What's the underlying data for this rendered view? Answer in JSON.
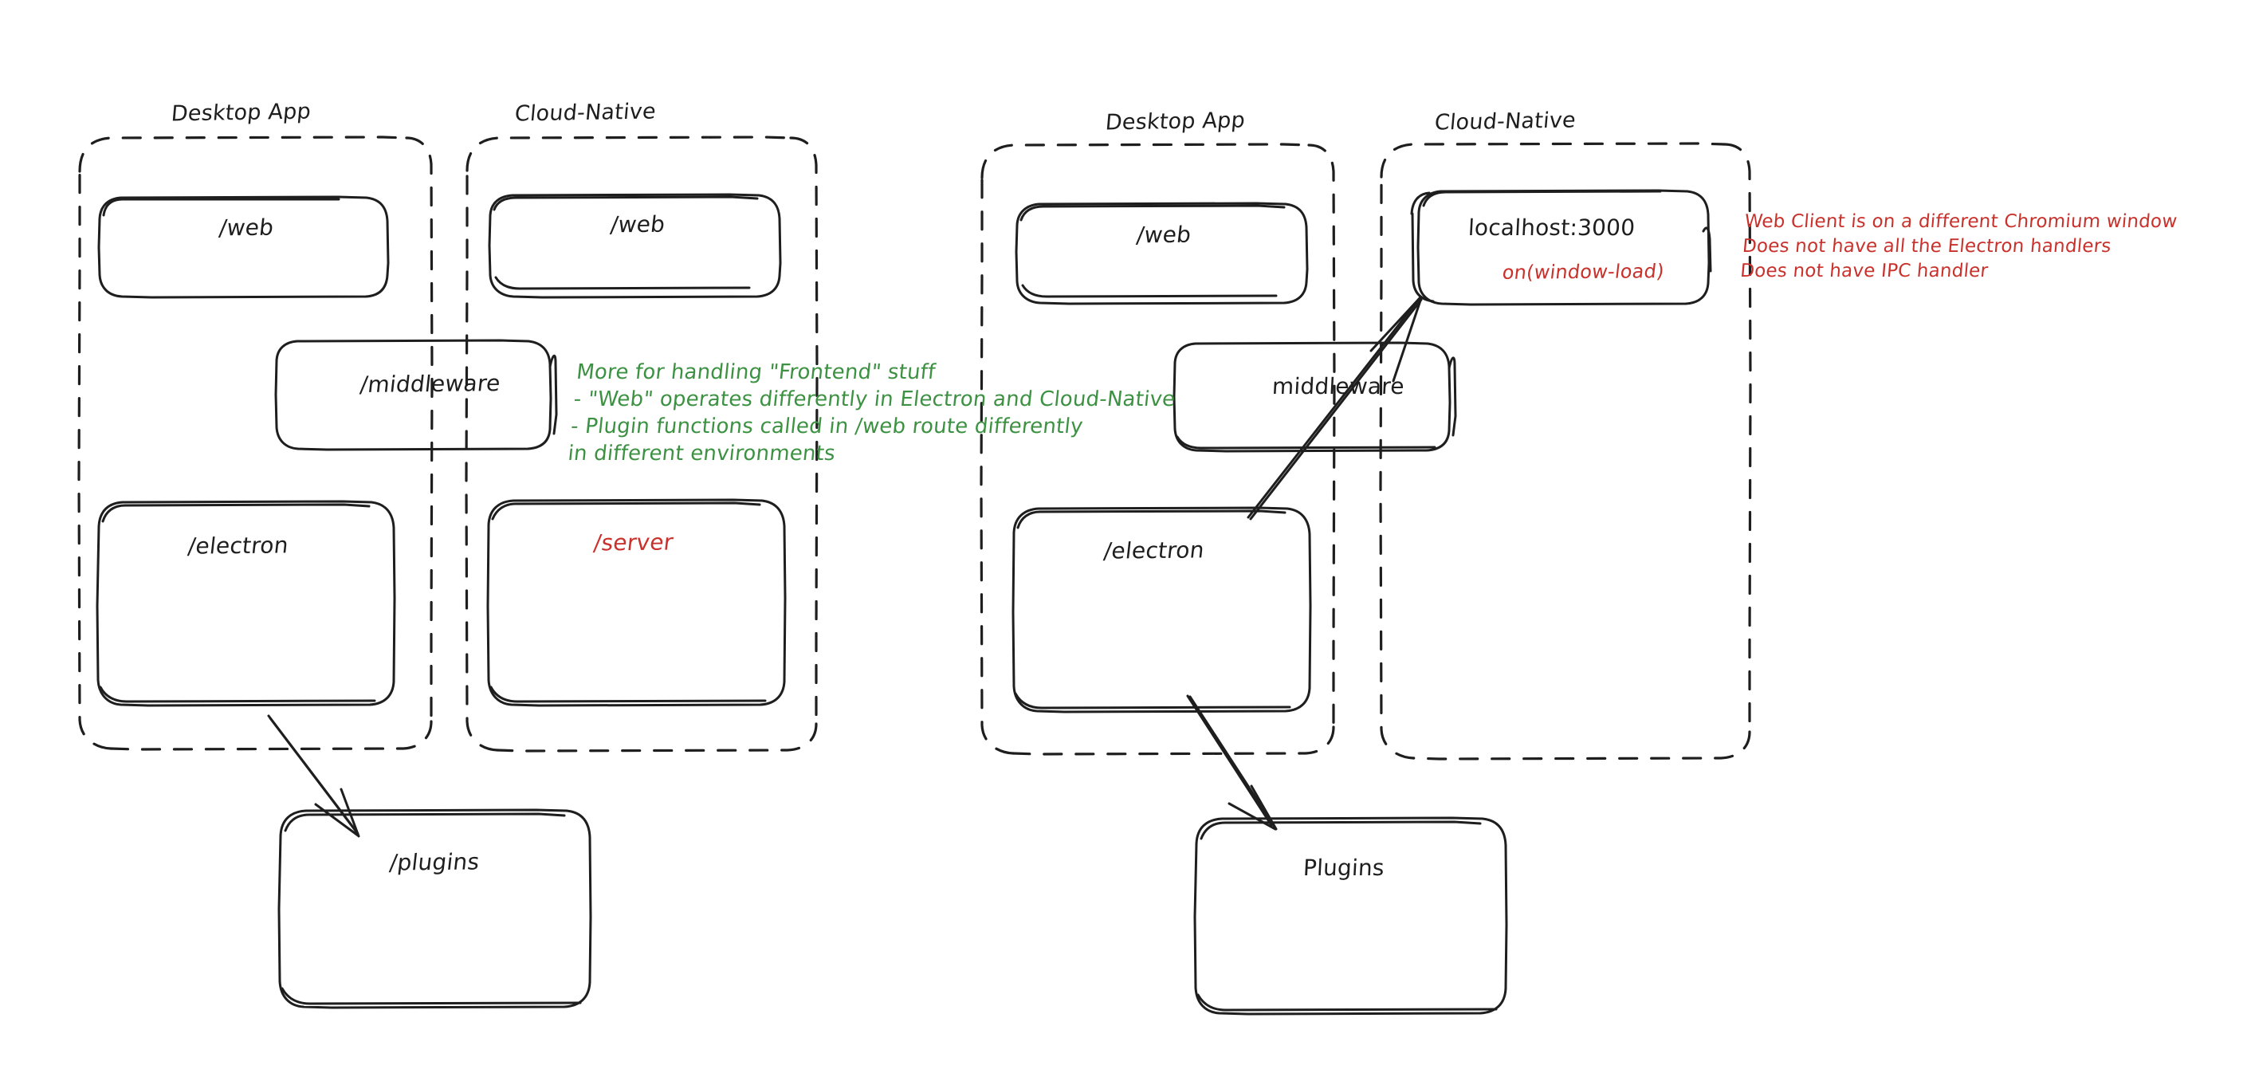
{
  "diagram": {
    "title": "Electron Desktop App vs Cloud-Native architecture sketch",
    "style": "hand-drawn",
    "colors": {
      "ink": "#1e1e1e",
      "red": "#c9322c",
      "green": "#3d9142",
      "background": "#ffffff"
    }
  },
  "left_diagram": {
    "groups": [
      {
        "label": "Desktop App"
      },
      {
        "label": "Cloud-Native"
      }
    ],
    "boxes": [
      {
        "label": "/web",
        "color": "ink"
      },
      {
        "label": "/web",
        "color": "ink"
      },
      {
        "label": "/middleware",
        "color": "ink"
      },
      {
        "label": "/electron",
        "color": "ink"
      },
      {
        "label": "/server",
        "color": "red"
      },
      {
        "label": "/plugins",
        "color": "ink"
      }
    ],
    "note_green": "More for handling \"Frontend\" stuff\n- \"Web\" operates differently in Electron and Cloud-Native\n- Plugin functions called in /web route differently\nin different environments"
  },
  "right_diagram": {
    "groups": [
      {
        "label": "Desktop App"
      },
      {
        "label": "Cloud-Native"
      }
    ],
    "boxes": [
      {
        "label": "/web",
        "color": "ink"
      },
      {
        "label": "localhost:3000",
        "color": "ink"
      },
      {
        "label": "on(window-load)",
        "color": "red"
      },
      {
        "label": "middleware",
        "color": "ink"
      },
      {
        "label": "/electron",
        "color": "ink"
      },
      {
        "label": "Plugins",
        "color": "ink"
      }
    ],
    "note_red": "Web Client is on a different Chromium window\nDoes not have all the Electron handlers\nDoes not have IPC handler"
  }
}
